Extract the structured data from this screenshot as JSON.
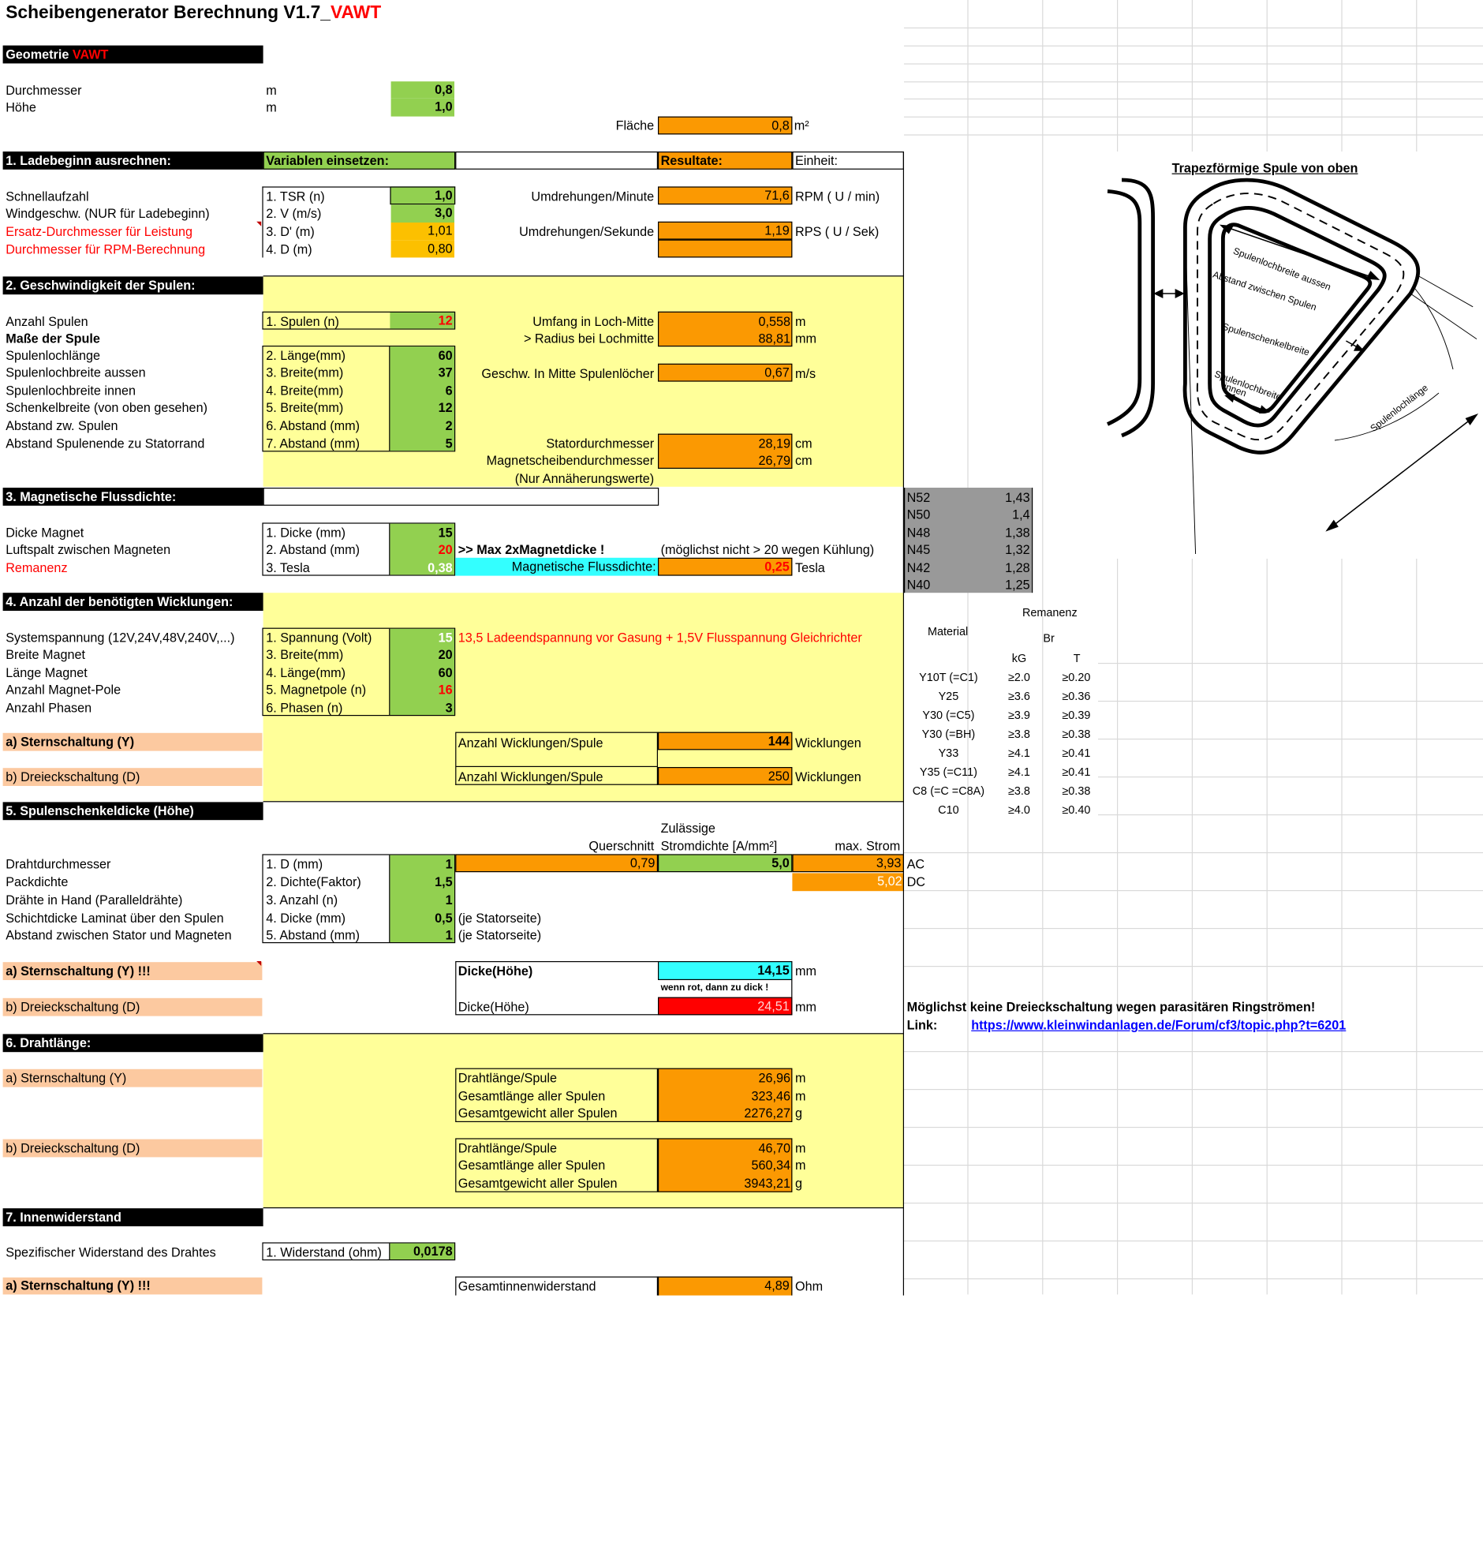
{
  "title": {
    "main": "Scheibengenerator Berechnung V1.7_",
    "suffix": "VAWT"
  },
  "geom": {
    "header": "Geometrie ",
    "header_red": "VAWT",
    "d_label": "Durchmesser",
    "d_unit": "m",
    "d_value": "0,8",
    "h_label": "Höhe",
    "h_unit": "m",
    "h_value": "1,0",
    "f_label": "Fläche",
    "f_value": "0,8",
    "f_unit": "m²"
  },
  "s1": {
    "header": "1. Ladebeginn ausrechnen:",
    "var": "Variablen einsetzen:",
    "res": "Resultate:",
    "unit": "Einheit:",
    "rows": [
      {
        "label": "Schnellaufzahl",
        "var": "1. TSR (n)",
        "value": "1,0"
      },
      {
        "label": "Windgeschw. (NUR für Ladebeginn)",
        "var": "2. V (m/s)",
        "value": "3,0"
      },
      {
        "label": "Ersatz-Durchmesser für Leistung",
        "var": "3. D' (m)",
        "value": "1,01"
      },
      {
        "label": "Durchmesser für RPM-Berechnung",
        "var": "4. D (m)",
        "value": "0,80"
      }
    ],
    "rpm_label": "Umdrehungen/Minute",
    "rpm_value": "71,6",
    "rpm_unit": "RPM ( U / min)",
    "rps_label": "Umdrehungen/Sekunde",
    "rps_value": "1,19",
    "rps_unit": "RPS ( U / Sek)"
  },
  "s2": {
    "header": "2. Geschwindigkeit der Spulen:",
    "n_label": "Anzahl Spulen",
    "n_var": "1. Spulen (n)",
    "n_value": "12",
    "masse": "Maße der Spule",
    "rows": [
      {
        "label": "Spulenlochlänge",
        "var": "2. Länge(mm)",
        "value": "60"
      },
      {
        "label": "Spulenlochbreite aussen",
        "var": "3. Breite(mm)",
        "value": "37"
      },
      {
        "label": "Spulenlochbreite innen",
        "var": "4. Breite(mm)",
        "value": "6"
      },
      {
        "label": "Schenkelbreite (von oben gesehen)",
        "var": "5. Breite(mm)",
        "value": "12"
      },
      {
        "label": "Abstand zw. Spulen",
        "var": "6. Abstand (mm)",
        "value": "2"
      },
      {
        "label": "Abstand Spulenende zu Statorrand",
        "var": "7. Abstand (mm)",
        "value": "5"
      }
    ],
    "umfang_label": "Umfang in Loch-Mitte",
    "umfang_value": "0,558",
    "umfang_unit": "m",
    "radius_label": "> Radius bei Lochmitte",
    "radius_value": "88,81",
    "radius_unit": "mm",
    "geschw_label": "Geschw. In Mitte Spulenlöcher",
    "geschw_value": "0,67",
    "geschw_unit": "m/s",
    "stator_label": "Statordurchmesser",
    "stator_value": "28,19",
    "stator_unit": "cm",
    "mag_label": "Magnetscheibendurchmesser",
    "mag_value": "26,79",
    "mag_unit": "cm",
    "note": "(Nur Annäherungswerte)"
  },
  "s3": {
    "header": "3. Magnetische Flussdichte:",
    "rows": [
      {
        "label": "Dicke Magnet",
        "var": "1. Dicke (mm)",
        "value": "15"
      },
      {
        "label": "Luftspalt zwischen Magneten",
        "var": "2. Abstand (mm)",
        "value": "20"
      },
      {
        "label": "Remanenz",
        "var": "3. Tesla",
        "value": "0,38"
      }
    ],
    "max_note": ">> Max 2xMagnetdicke !",
    "kuehl_note": "(möglichst nicht > 20 wegen Kühlung)",
    "fluss_label": "Magnetische Flussdichte:",
    "fluss_value": "0,25",
    "fluss_unit": "Tesla",
    "grades": [
      {
        "name": "N52",
        "value": "1,43"
      },
      {
        "name": "N50",
        "value": "1,4"
      },
      {
        "name": "N48",
        "value": "1,38"
      },
      {
        "name": "N45",
        "value": "1,32"
      },
      {
        "name": "N42",
        "value": "1,28"
      },
      {
        "name": "N40",
        "value": "1,25"
      }
    ]
  },
  "s4": {
    "header": "4. Anzahl der benötigten Wicklungen:",
    "rows": [
      {
        "label": "Systemspannung (12V,24V,48V,240V,...)",
        "var": "1. Spannung (Volt)",
        "value": "15"
      },
      {
        "label": "Breite Magnet",
        "var": "3. Breite(mm)",
        "value": "20"
      },
      {
        "label": "Länge Magnet",
        "var": "4. Länge(mm)",
        "value": "60"
      },
      {
        "label": "Anzahl Magnet-Pole",
        "var": "5. Magnetpole (n)",
        "value": "16"
      },
      {
        "label": "Anzahl Phasen",
        "var": "6. Phasen (n)",
        "value": "3"
      }
    ],
    "note": "13,5 Ladeendspannung vor Gasung + 1,5V Flusspannung Gleichrichter",
    "stern": "a) Sternschaltung (Y)",
    "dreieck": "b) Dreieckschaltung (D)",
    "wick_label": "Anzahl Wicklungen/Spule",
    "wick_unit": "Wicklungen",
    "stern_value": "144",
    "dreieck_value": "250"
  },
  "remanenz": {
    "title": "Remanenz",
    "material": "Material",
    "br": "Br",
    "kg": "kG",
    "t": "T",
    "rows": [
      {
        "m": "Y10T (=C1)",
        "kg": "≥2.0",
        "t": "≥0.20"
      },
      {
        "m": "Y25",
        "kg": "≥3.6",
        "t": "≥0.36"
      },
      {
        "m": "Y30 (=C5)",
        "kg": "≥3.9",
        "t": "≥0.39"
      },
      {
        "m": "Y30 (=BH)",
        "kg": "≥3.8",
        "t": "≥0.38"
      },
      {
        "m": "Y33",
        "kg": "≥4.1",
        "t": "≥0.41"
      },
      {
        "m": "Y35 (=C11)",
        "kg": "≥4.1",
        "t": "≥0.41"
      },
      {
        "m": "C8 (=C =C8A)",
        "kg": "≥3.8",
        "t": "≥0.38"
      },
      {
        "m": "C10",
        "kg": "≥4.0",
        "t": "≥0.40"
      }
    ]
  },
  "s5": {
    "header": "5. Spulenschenkeldicke (Höhe)",
    "zul1": "Zulässige",
    "zul2": "Stromdichte [A/mm²]",
    "quer": "Querschnitt",
    "maxs": "max. Strom",
    "rows": [
      {
        "label": "Drahtdurchmesser",
        "var": "1. D (mm)",
        "value": "1"
      },
      {
        "label": "Packdichte",
        "var": "2. Dichte(Faktor)",
        "value": "1,5"
      },
      {
        "label": "Drähte in Hand (Paralleldrähte)",
        "var": "3. Anzahl (n)",
        "value": "1"
      },
      {
        "label": "Schichtdicke Laminat über den Spulen",
        "var": "4. Dicke (mm)",
        "value": "0,5"
      },
      {
        "label": "Abstand zwischen Stator und Magneten",
        "var": "5. Abstand (mm)",
        "value": "1"
      }
    ],
    "quer_value": "0,79",
    "strom_value": "5,0",
    "max_ac": "3,93",
    "ac": "AC",
    "max_dc": "5,02",
    "dc": "DC",
    "stator_note": "(je Statorseite)",
    "stern": "a) Sternschaltung (Y) !!!",
    "dreieck": "b) Dreieckschaltung (D)",
    "dicke_label": "Dicke(Höhe)",
    "dicke_stern": "14,15",
    "dicke_dreieck": "24,51",
    "unit": "mm",
    "warn": "wenn rot, dann zu dick !",
    "msg": "Möglichst keine Dreieckschaltung wegen parasitären Ringströmen!",
    "link_label": "Link:",
    "link": "https://www.kleinwindanlagen.de/Forum/cf3/topic.php?t=6201"
  },
  "s6": {
    "header": "6. Drahtlänge:",
    "stern": "a) Sternschaltung (Y)",
    "dreieck": "b) Dreieckschaltung (D)",
    "l1": "Drahtlänge/Spule",
    "l2": "Gesamtlänge aller Spulen",
    "l3": "Gesamtgewicht aller Spulen",
    "stern_values": [
      "26,96",
      "323,46",
      "2276,27"
    ],
    "dreieck_values": [
      "46,70",
      "560,34",
      "3943,21"
    ],
    "units": [
      "m",
      "m",
      "g"
    ]
  },
  "s7": {
    "header": "7. Innenwiderstand",
    "label": "Spezifischer Widerstand des Drahtes",
    "var": "1. Widerstand (ohm)",
    "value": "0,0178",
    "stern": "a) Sternschaltung (Y) !!!",
    "ges_label": "Gesamtinnenwiderstand",
    "ges_value": "4,89",
    "ges_unit": "Ohm"
  },
  "diagram": {
    "title": "Trapezförmige Spule von oben",
    "l1": "Spulenlochbreite aussen",
    "l2": "Abstand zwischen Spulen",
    "l3": "Spulenschenkelbreite",
    "l4": "Spulenlochbreite",
    "l5": "innen",
    "l6": "Spulenlochlänge"
  }
}
